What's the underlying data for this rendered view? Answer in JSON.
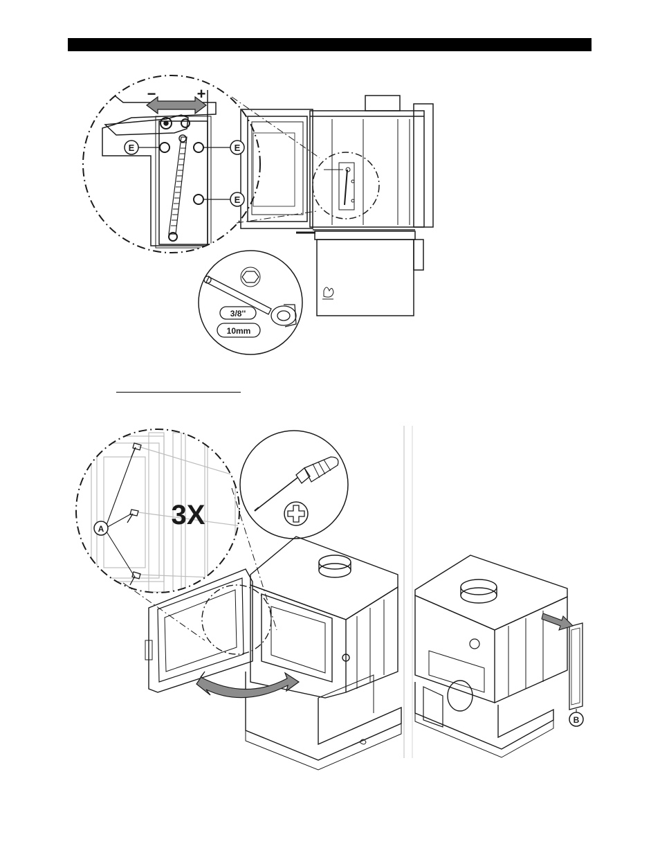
{
  "figure1": {
    "minus_sign": "−",
    "plus_sign": "+",
    "callout_e": "E",
    "tool_size_imperial": "3/8''",
    "tool_size_metric": "10mm"
  },
  "figure2": {
    "multiplier": "3X",
    "callout_a": "A",
    "callout_b": "B"
  },
  "colors": {
    "ink": "#1a1a1a",
    "arrow_gray": "#8c8c8c",
    "light": "#bdbdbd"
  }
}
